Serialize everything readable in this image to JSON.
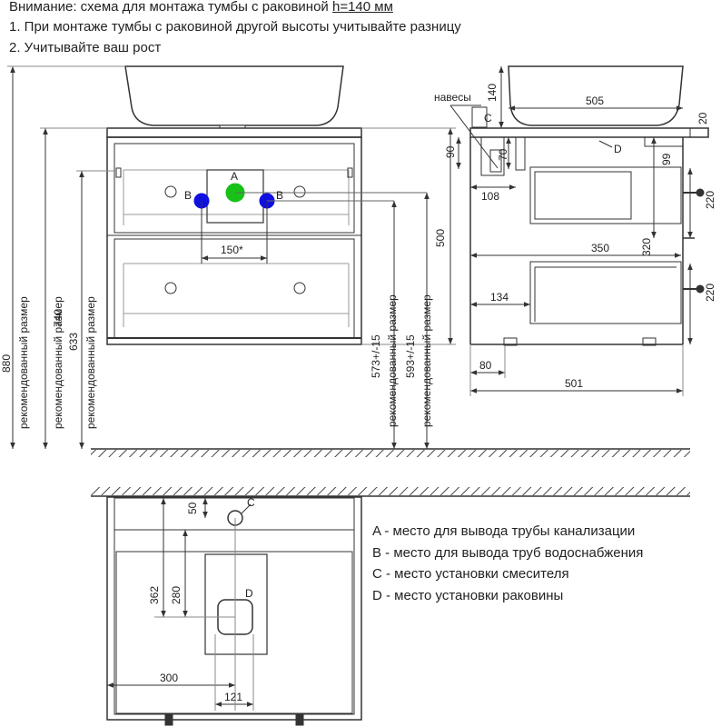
{
  "notes": {
    "line1_prefix": "Внимание: схема для монтажа тумбы с раковиной ",
    "line1_emph": "h=140 мм",
    "line2": "1. При монтаже тумбы с раковиной другой высоты учитывайте разницу",
    "line3": "2. Учитывайте ваш рост"
  },
  "legend": [
    {
      "key": "A",
      "text": "A - место для вывода трубы канализации"
    },
    {
      "key": "B",
      "text": "B - место для вывода труб водоснабжения"
    },
    {
      "key": "C",
      "text": "C - место установки смесителя"
    },
    {
      "key": "D",
      "text": "D - место установки раковины"
    }
  ],
  "markers": {
    "a": "A",
    "b": "B",
    "c": "C",
    "d": "D"
  },
  "front_view": {
    "h_880": "880",
    "h_740": "740",
    "h_633": "633",
    "recommended": "рекомендованный размер",
    "spacing": "150*",
    "h_573": "573+/-15",
    "h_593": "593+/-15",
    "h_500": "500",
    "colors": {
      "a": "#18c018",
      "b": "#1010e0"
    }
  },
  "side_view": {
    "hinges": "навесы",
    "h_140": "140",
    "w_505": "505",
    "h_20": "20",
    "h_90": "90",
    "h_70": "70",
    "w_108": "108",
    "h_99": "99",
    "h_220a": "220",
    "h_320": "320",
    "w_350": "350",
    "h_220b": "220",
    "w_134": "134",
    "w_80": "80",
    "w_501": "501"
  },
  "top_view": {
    "d_50": "50",
    "d_362": "362",
    "d_280": "280",
    "w_300": "300",
    "w_121": "121"
  }
}
